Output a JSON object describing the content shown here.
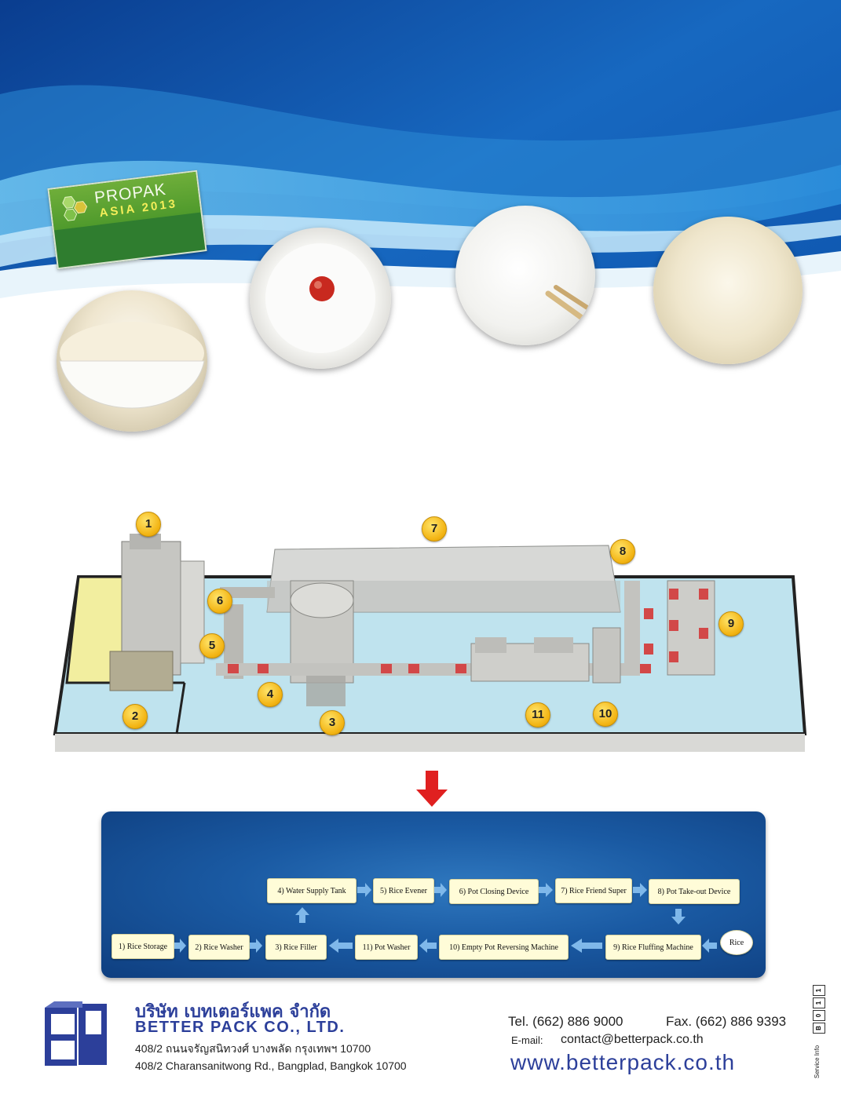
{
  "badge": {
    "line1": "PROPAK",
    "line2": "ASIA 2013"
  },
  "factory": {
    "markers": [
      "1",
      "2",
      "3",
      "4",
      "5",
      "6",
      "7",
      "8",
      "9",
      "10",
      "11"
    ]
  },
  "flow": {
    "top_row": [
      "4) Water Supply Tank",
      "5) Rice Evener",
      "6) Pot Closing Device",
      "7) Rice Friend Super",
      "8) Pot Take-out Device"
    ],
    "bottom_row": [
      "1) Rice Storage",
      "2) Rice Washer",
      "3) Rice Filler",
      "11) Pot Washer",
      "10) Empty Pot Reversing Machine",
      "9) Rice Fluffing Machine"
    ],
    "end": "Rice"
  },
  "company": {
    "name_th": "บริษัท เบทเตอร์แพค จำกัด",
    "name_en": "BETTER PACK CO., LTD.",
    "address_th": "408/2 ถนนจรัญสนิทวงศ์ บางพลัด กรุงเทพฯ  10700",
    "address_en": "408/2 Charansanitwong Rd., Bangplad, Bangkok  10700",
    "tel": "Tel. (662) 886 9000",
    "fax": "Fax. (662) 886 9393",
    "email_label": "E-mail:",
    "email": "contact@betterpack.co.th",
    "website": "www.betterpack.co.th"
  },
  "service_info": {
    "label": "Service Info",
    "code": [
      "B",
      "0",
      "1",
      "1"
    ]
  },
  "colors": {
    "brand_blue": "#2c3f9a",
    "panel_blue": "#1a5aa3",
    "marker_yellow": "#f3b515",
    "arrow_red": "#e02020"
  }
}
